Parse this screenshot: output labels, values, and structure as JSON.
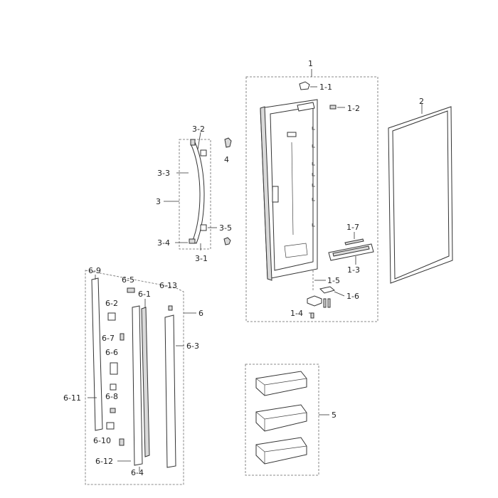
{
  "labels": {
    "l1": "1",
    "l1_1": "1-1",
    "l1_2": "1-2",
    "l1_3": "1-3",
    "l1_4": "1-4",
    "l1_5": "1-5",
    "l1_6": "1-6",
    "l1_7": "1-7",
    "l2": "2",
    "l3": "3",
    "l3_1": "3-1",
    "l3_2": "3-2",
    "l3_3": "3-3",
    "l3_4": "3-4",
    "l3_5": "3-5",
    "l4": "4",
    "l5": "5",
    "l6": "6",
    "l6_1": "6-1",
    "l6_2": "6-2",
    "l6_3": "6-3",
    "l6_4": "6-4",
    "l6_5": "6-5",
    "l6_6": "6-6",
    "l6_7": "6-7",
    "l6_8": "6-8",
    "l6_9": "6-9",
    "l6_10": "6-10",
    "l6_11": "6-11",
    "l6_12": "6-12",
    "l6_13": "6-13"
  },
  "colors": {
    "line": "#333333",
    "fill": "#d9d9d9",
    "background": "#ffffff"
  }
}
